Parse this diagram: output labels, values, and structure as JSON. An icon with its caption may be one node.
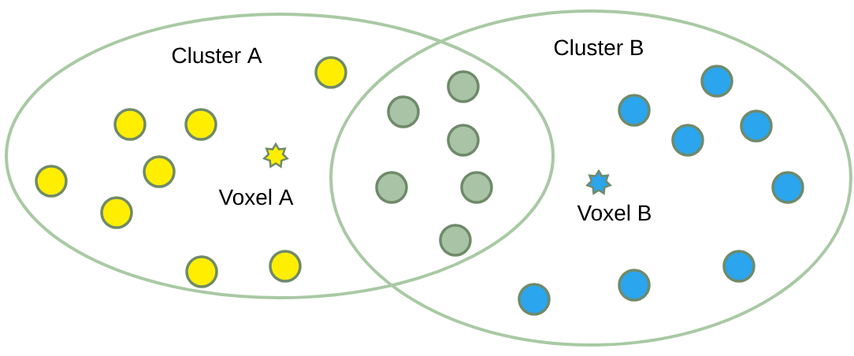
{
  "diagram": {
    "nodes": [
      {
        "text": [
          "Cluster A"
        ]
      },
      {
        "text": [
          "Cluster B"
        ]
      }
    ],
    "labels": [
      "Voxel A",
      "Voxel B"
    ]
  }
}
